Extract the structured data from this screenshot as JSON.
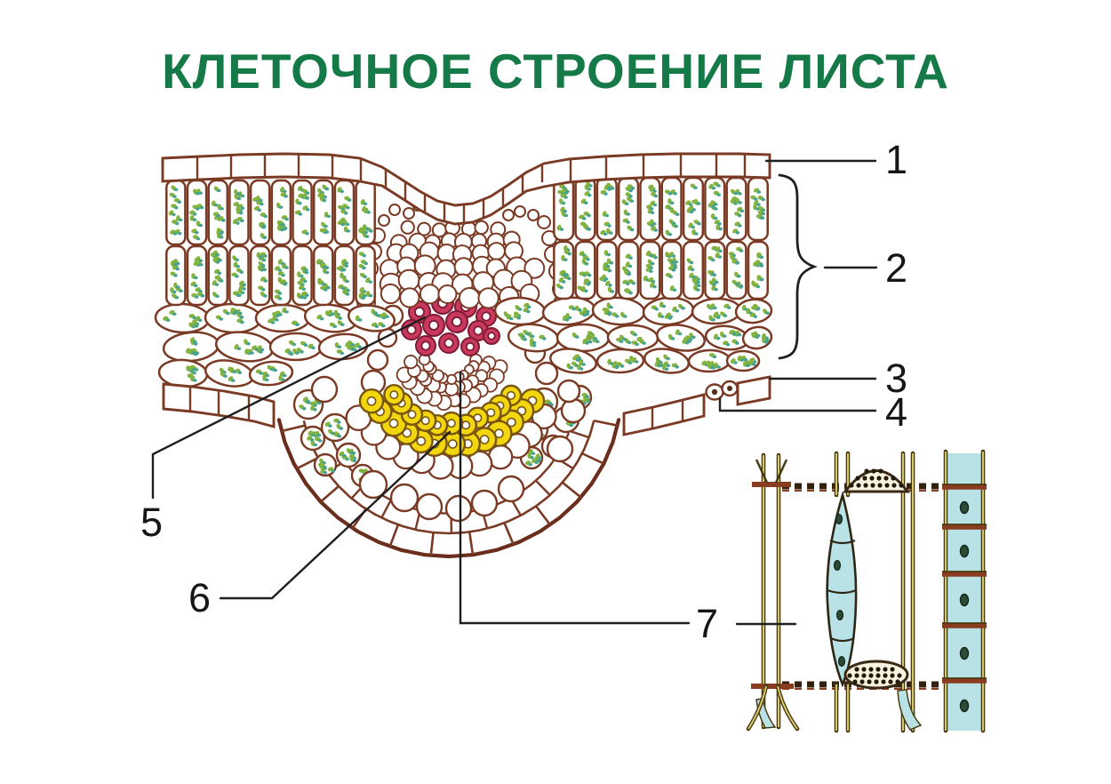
{
  "title": {
    "text": "КЛЕТОЧНОЕ СТРОЕНИЕ ЛИСТА",
    "color": "#157a47"
  },
  "callouts": [
    {
      "label": "1"
    },
    {
      "label": "2"
    },
    {
      "label": "3"
    },
    {
      "label": "4"
    },
    {
      "label": "5"
    },
    {
      "label": "6"
    },
    {
      "label": "7"
    }
  ],
  "colors": {
    "cell_wall": "#7a3a24",
    "outline_dark": "#6b2d1c",
    "leader_line": "#1f1f1f",
    "chloroplast_green": "#84b43d",
    "chloroplast_teal": "#46a291",
    "xylem_red": "#c9395d",
    "xylem_red_dark": "#7e1b35",
    "sclerenchyma_yellow": "#f2d60e",
    "sclerenchyma_outline": "#7a5512",
    "vessel_blue": "#b9e2e6",
    "vessel_line_dark": "#473a12",
    "vessel_line_yellow": "#ddd06e",
    "junction_brown": "#8a3c20",
    "nucleus_green": "#2c4a35",
    "plate_cream": "#f8f3e0",
    "dash_dark": "#33210f",
    "stoma_dot": "#53301a"
  }
}
